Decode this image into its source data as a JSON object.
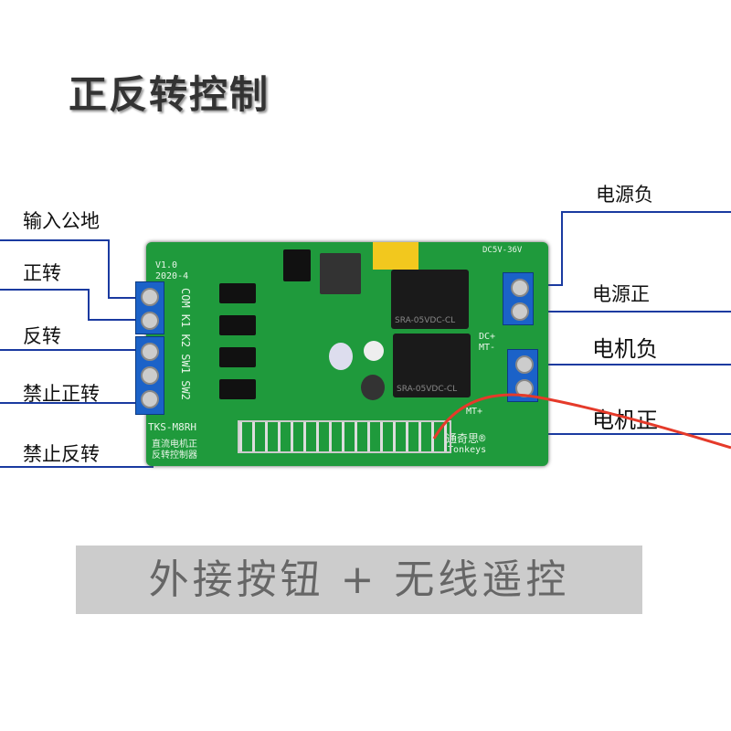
{
  "title": "正反转控制",
  "left_labels": [
    "输入公地",
    "正转",
    "反转",
    "禁止正转",
    "禁止反转"
  ],
  "right_labels": [
    "电源负",
    "电源正",
    "电机负",
    "电机正"
  ],
  "board": {
    "version": "V1.0",
    "date": "2020-4",
    "pins": [
      "COM",
      "K1",
      "K2",
      "SW1",
      "SW2"
    ],
    "model": "TKS-M8RH",
    "desc_line1": "直流电机正",
    "desc_line2": "反转控制器",
    "brand_cn": "通奇思®",
    "brand_en": "Tonkeys",
    "voltage": "DC5V-36V",
    "dc_plus": "DC+",
    "mt_minus": "MT-",
    "mt_plus": "MT+",
    "relay_text": "SRA-05VDC-CL"
  },
  "banner": "外接按钮 + 无线遥控",
  "colors": {
    "board": "#1f9a3c",
    "terminal": "#1b62c8",
    "leader_line": "#1a3aa0"
  }
}
